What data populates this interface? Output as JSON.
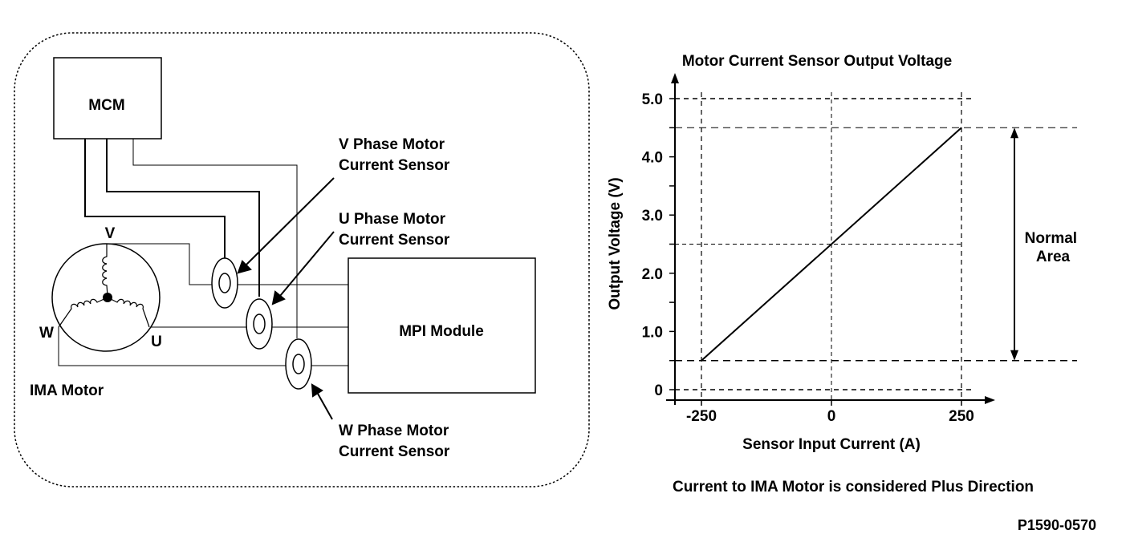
{
  "diagram": {
    "mcm_label": "MCM",
    "mpi_label": "MPI Module",
    "motor_label": "IMA Motor",
    "phase_v": "V",
    "phase_u": "U",
    "phase_w": "W",
    "v_sensor_label": [
      "V Phase Motor",
      "Current Sensor"
    ],
    "u_sensor_label": [
      "U Phase Motor",
      "Current Sensor"
    ],
    "w_sensor_label": [
      "W Phase Motor",
      "Current Sensor"
    ]
  },
  "chart_data": {
    "type": "line",
    "title": "Motor Current Sensor Output Voltage",
    "xlabel": "Sensor Input Current (A)",
    "ylabel": "Output Voltage (V)",
    "x_ticks": [
      "-250",
      "0",
      "250"
    ],
    "y_ticks": [
      "0",
      "1.0",
      "2.0",
      "3.0",
      "4.0",
      "5.0"
    ],
    "xlim": [
      -250,
      250
    ],
    "ylim": [
      0,
      5
    ],
    "series": [
      {
        "x": [
          -250,
          250
        ],
        "y": [
          0.5,
          4.5
        ]
      }
    ],
    "normal_area_label": [
      "Normal",
      "Area"
    ],
    "normal_area_range": [
      0.5,
      4.5
    ]
  },
  "footer": {
    "note": "Current to IMA Motor is considered Plus Direction",
    "figure_id": "P1590-0570"
  }
}
